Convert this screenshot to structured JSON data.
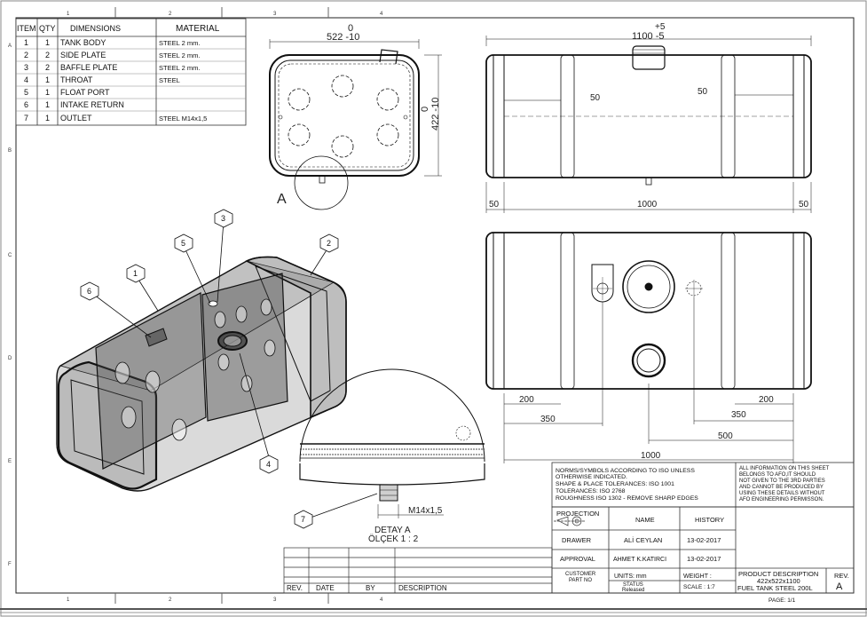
{
  "border": {
    "columns": [
      "1",
      "2",
      "3",
      "4"
    ],
    "rows": [
      "A",
      "B",
      "C",
      "D",
      "E",
      "F"
    ]
  },
  "bom": {
    "headers": {
      "item": "ITEM",
      "qty": "QTY",
      "dimensions": "DIMENSIONS",
      "material": "MATERIAL"
    },
    "rows": [
      {
        "item": "1",
        "qty": "1",
        "name": "TANK BODY",
        "material": "STEEL 2 mm."
      },
      {
        "item": "2",
        "qty": "2",
        "name": "SIDE PLATE",
        "material": "STEEL 2 mm."
      },
      {
        "item": "3",
        "qty": "2",
        "name": "BAFFLE PLATE",
        "material": "STEEL 2 mm."
      },
      {
        "item": "4",
        "qty": "1",
        "name": "THROAT",
        "material": "STEEL"
      },
      {
        "item": "5",
        "qty": "1",
        "name": "FLOAT PORT",
        "material": ""
      },
      {
        "item": "6",
        "qty": "1",
        "name": "INTAKE RETURN",
        "material": ""
      },
      {
        "item": "7",
        "qty": "1",
        "name": "OUTLET",
        "material": "STEEL M14x1,5"
      }
    ]
  },
  "side_view": {
    "width_tol_upper": "0",
    "width_dim": "522 -10",
    "height_tol_upper": "0",
    "height_dim": "422 -10",
    "detail_label": "A"
  },
  "front_view": {
    "tol_upper": "+5",
    "length_dim": "1100 -5",
    "inner_left": "50",
    "inner_right": "50",
    "bottom_left": "50",
    "bottom_mid": "1000",
    "bottom_right": "50"
  },
  "top_view": {
    "d200_left": "200",
    "d350_left": "350",
    "d200_right": "200",
    "d350_right": "350",
    "d500": "500",
    "d1000": "1000"
  },
  "balloons": [
    "1",
    "2",
    "3",
    "4",
    "5",
    "6",
    "7"
  ],
  "detail": {
    "thread": "M14x1,5",
    "title": "DETAY A",
    "scale": "ÖLÇEK 1 : 2"
  },
  "notes": {
    "norms": [
      "NORMS/SYMBOLS ACCORDING TO ISO UNLESS",
      "OTHERWISE INDICATED.",
      "SHAPE & PLACE TOLERANCES: ISO 1001",
      "TOLERANCES: ISO 2768",
      "ROUGHNESS ISO 1302  -  REMOVE SHARP EDGES"
    ],
    "info": [
      "ALL INFORMATION ON THIS SHEET",
      "BELONGS TO AFO,IT SHOULD",
      "NOT GIVEN TO THE 3RD PARTIES",
      "AND CANNOT BE PRODUCED BY",
      "USING THESE DETAILS WITHOUT",
      "AFO ENGINEERING PERMISSON."
    ]
  },
  "title_block": {
    "projection": "PROJECTION",
    "name_header": "NAME",
    "history_header": "HISTORY",
    "drawer_label": "DRAWER",
    "drawer_name": "ALİ CEYLAN",
    "drawer_date": "13-02-2017",
    "approval_label": "APPROVAL",
    "approval_name": "AHMET K.KATIRCI",
    "approval_date": "13-02-2017",
    "customer_part_label": [
      "CUSTOMER",
      "PART NO"
    ],
    "units": "UNITS: mm",
    "weight": "WEIGHT :",
    "status_label": "STATUS",
    "status_value": "Released",
    "scale": "SCALE :  1:7",
    "product_desc_label": "PRODUCT DESCRIPTION",
    "product_size": "422x522x1100",
    "product_name": "FUEL TANK STEEL 200L",
    "rev_label": "REV.",
    "rev_value": "A",
    "page": "PAGE: 1/1"
  },
  "revision_table": {
    "rev": "REV.",
    "date": "DATE",
    "by": "BY",
    "description": "DESCRIPTION"
  }
}
